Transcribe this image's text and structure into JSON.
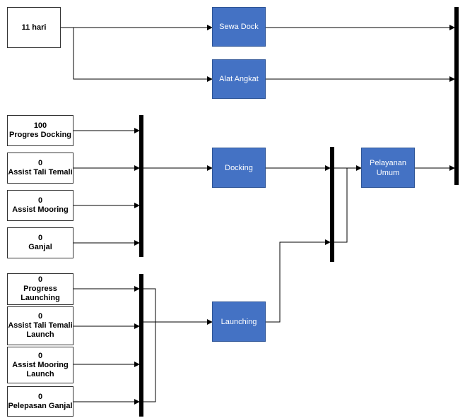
{
  "inputs": {
    "hari": {
      "value": "11 hari",
      "label": ""
    },
    "progres_docking": {
      "value": "100",
      "label": "Progres Docking"
    },
    "assist_tali_temali": {
      "value": "0",
      "label": "Assist Tali Temali"
    },
    "assist_mooring": {
      "value": "0",
      "label": "Assist Mooring"
    },
    "ganjal": {
      "value": "0",
      "label": "Ganjal"
    },
    "progress_launching": {
      "value": "0",
      "label": "Progress\nLaunching"
    },
    "assist_tali_temali_launch": {
      "value": "0",
      "label": "Assist Tali Temali\nLaunch"
    },
    "assist_mooring_launch": {
      "value": "0",
      "label": "Assist Mooring\nLaunch"
    },
    "pelepasan_ganjal": {
      "value": "0",
      "label": "Pelepasan Ganjal"
    }
  },
  "processes": {
    "sewa_dock": "Sewa Dock",
    "alat_angkat": "Alat Angkat",
    "docking": "Docking",
    "launching": "Launching",
    "pelayanan_umum": "Pelayanan\nUmum"
  }
}
